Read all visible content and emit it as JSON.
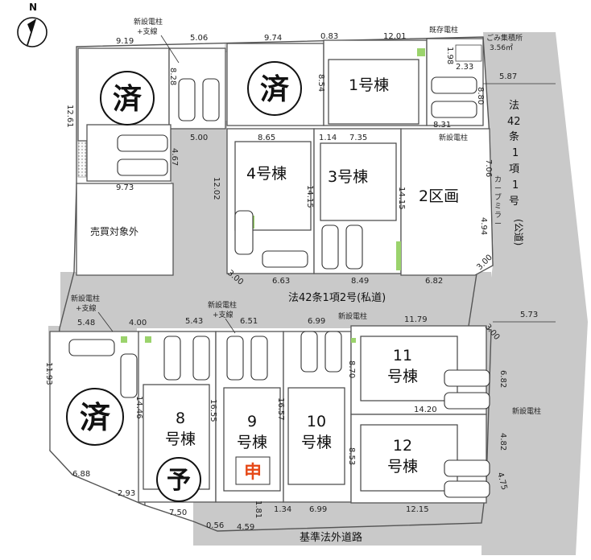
{
  "north": "N",
  "stamps": {
    "sold": "済",
    "reserved": "予",
    "applied": "申"
  },
  "buildings": {
    "b1": "1号棟",
    "b3": "3号棟",
    "b4": "4号棟",
    "area2": "2区画",
    "b8": [
      "8",
      "号棟"
    ],
    "b9": [
      "9",
      "号棟"
    ],
    "b10": [
      "10",
      "号棟"
    ],
    "b11": [
      "11",
      "号棟"
    ],
    "b12": [
      "12",
      "号棟"
    ]
  },
  "outside": "売買対象外",
  "roads": {
    "public": [
      "法",
      "42",
      "条",
      "1",
      "項",
      "1",
      "号",
      "(公道)"
    ],
    "private": "法42条1項2号(私道)",
    "base": "基準法外道路"
  },
  "labels": {
    "new_pole_top": [
      "新設電柱",
      "+支線"
    ],
    "existing_pole": "既存電柱",
    "garbage": [
      "ごみ集積所",
      "3.56㎡"
    ],
    "new_pole_right1": "新設電柱",
    "carport": [
      "カ",
      "ー",
      "ブ",
      "ミ",
      "ラ",
      "ー"
    ],
    "new_pole_left": [
      "新設電柱",
      "+支線"
    ],
    "new_pole_mid": [
      "新設電柱",
      "+支線"
    ],
    "new_pole_mid2": "新設電柱",
    "new_pole_right2": "新設電柱"
  },
  "dims": {
    "d919": "9.19",
    "d506": "5.06",
    "d974": "9.74",
    "d083": "0.83",
    "d1201": "12.01",
    "d587": "5.87",
    "d1261": "12.61",
    "d828": "8.28",
    "d854": "8.54",
    "d198": "1.98",
    "d233": "2.33",
    "d880": "8.80",
    "d831": "8.31",
    "d500": "5.00",
    "d467": "4.67",
    "d865": "8.65",
    "d114": "1.14",
    "d735": "7.35",
    "d973": "9.73",
    "d1202": "12.02",
    "d1415a": "14.15",
    "d1415b": "14.15",
    "d706": "7.06",
    "d494": "4.94",
    "d300a": "3.00",
    "d663": "6.63",
    "d849": "8.49",
    "d682": "6.82",
    "d300b": "3.00",
    "d573": "5.73",
    "d548": "5.48",
    "d400": "4.00",
    "d543": "5.43",
    "d651": "6.51",
    "d699a": "6.99",
    "d1179": "11.79",
    "d300c": "3.00",
    "d1193": "11.93",
    "d1446": "14.46",
    "d1655": "16.55",
    "d1657": "16.57",
    "d870": "8.70",
    "d682b": "6.82",
    "d1420": "14.20",
    "d482": "4.82",
    "d853": "8.53",
    "d475": "4.75",
    "d688": "6.88",
    "d293": "2.93",
    "d750": "7.50",
    "d056": "0.56",
    "d459": "4.59",
    "d181": "1.81",
    "d134": "1.34",
    "d699b": "6.99",
    "d1215": "12.15"
  }
}
